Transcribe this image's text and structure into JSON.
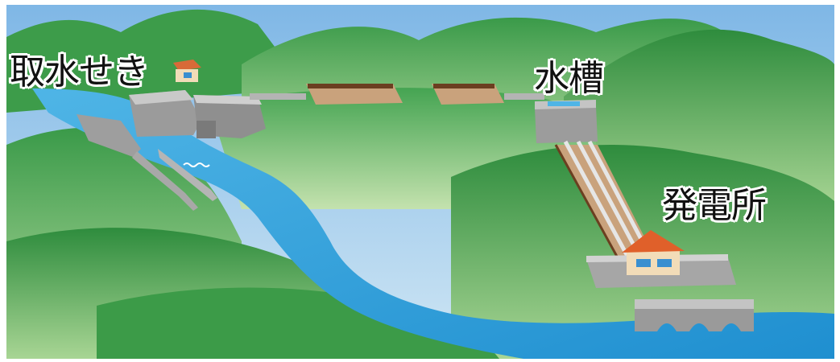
{
  "labels": {
    "intake_weir": "取水せき",
    "head_tank": "水槽",
    "power_station": "発電所"
  },
  "colors": {
    "sky": "#a9cde8",
    "river": "#2f9fd8",
    "hill_light": "#9fcf8c",
    "hill_dark": "#2f8f3f",
    "concrete": "#a4a4a4",
    "penstock": "#c9a27c",
    "roof": "#e0602a",
    "building": "#f2dcb8"
  }
}
